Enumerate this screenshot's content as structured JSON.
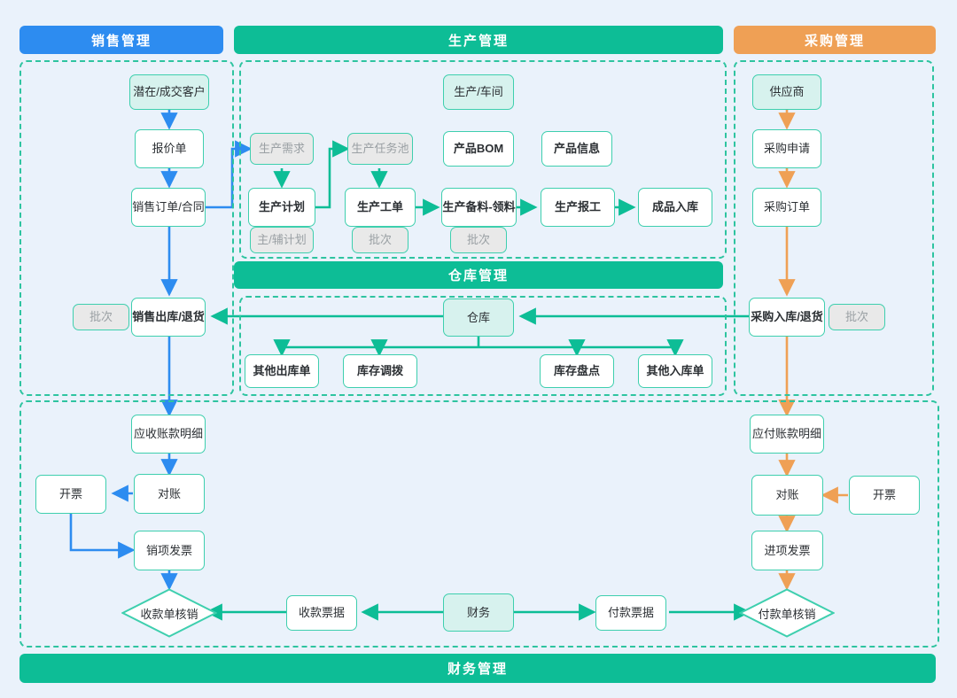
{
  "colors": {
    "sales_header": "#2d8cf0",
    "production_header": "#0dbd96",
    "warehouse_header": "#0dbd96",
    "purchase_header": "#efa055",
    "finance_header": "#0dbd96",
    "blue_arrow": "#2d8cf0",
    "green_arrow": "#0dbd96",
    "orange_arrow": "#efa055",
    "dash_border": "#2ec4a0",
    "node_border": "#3ecfae",
    "mint_fill": "#d7f2ee",
    "tag_fill": "#e9e9e9",
    "tag_text": "#9aa0a4",
    "page_bg": "#eaf2fb"
  },
  "headers": {
    "sales": "销售管理",
    "production": "生产管理",
    "warehouse": "仓库管理",
    "purchase": "采购管理",
    "finance": "财务管理"
  },
  "sales": {
    "customer": "潜在/成交客户",
    "quotation": "报价单",
    "order": "销售订单/合同",
    "outbound": "销售出库/退货",
    "outbound_tag": "批次"
  },
  "production": {
    "workshop": "生产/车间",
    "demand": "生产需求",
    "task_pool": "生产任务池",
    "bom": "产品BOM",
    "product_info": "产品信息",
    "plan": "生产计划",
    "work_order": "生产工单",
    "material": "生产备料-领料",
    "report": "生产报工",
    "finished_in": "成品入库",
    "plan_tag": "主/辅计划",
    "work_order_tag": "批次",
    "material_tag": "批次"
  },
  "warehouse": {
    "hub": "仓库",
    "other_out": "其他出库单",
    "transfer": "库存调拨",
    "stocktake": "库存盘点",
    "other_in": "其他入库单"
  },
  "purchase": {
    "supplier": "供应商",
    "request": "采购申请",
    "order": "采购订单",
    "inbound": "采购入库/退货",
    "inbound_tag": "批次"
  },
  "finance": {
    "receivable_detail": "应收账款明细",
    "recon_left": "对账",
    "invoice_left": "开票",
    "output_invoice": "销项发票",
    "receipt_clear": "收款单核销",
    "receipt_doc": "收款票据",
    "finance_hub": "财务",
    "payment_doc": "付款票据",
    "payment_clear": "付款单核销",
    "payable_detail": "应付账款明细",
    "recon_right": "对账",
    "invoice_right": "开票",
    "input_invoice": "进项发票"
  }
}
